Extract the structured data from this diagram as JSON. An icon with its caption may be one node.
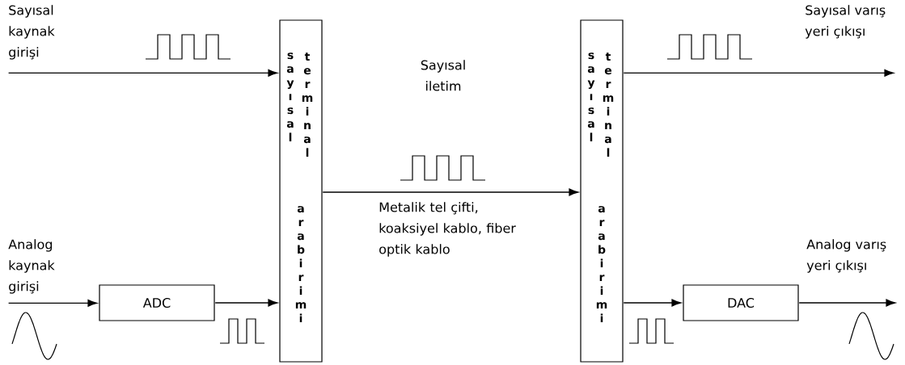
{
  "diagram": {
    "nodes": [
      {
        "text": [
          "Sayısal kaynak girişi"
        ]
      },
      {
        "text": [
          "Analog kaynak girişi"
        ]
      },
      {
        "text": [
          "ADC"
        ]
      },
      {
        "text": [
          "sayısal",
          "terminal",
          "arabirimi"
        ]
      },
      {
        "text": [
          "sayısal",
          "terminal",
          "arabirimi"
        ]
      },
      {
        "text": [
          "DAC"
        ]
      },
      {
        "text": [
          "Sayısal varış yeri çıkışı"
        ]
      },
      {
        "text": [
          "Analog varış yeri çıkışı"
        ]
      }
    ],
    "edges": [
      {
        "from": 0,
        "to": 3,
        "arrow": "to"
      },
      {
        "from": 1,
        "to": 2,
        "arrow": "to"
      },
      {
        "from": 2,
        "to": 3,
        "arrow": "to"
      },
      {
        "from": 3,
        "to": 4,
        "arrow": "to",
        "label": "Metalik tel çifti, koaksiyel kablo, fiber optik kablo"
      },
      {
        "from": 4,
        "to": 6,
        "arrow": "to"
      },
      {
        "from": 4,
        "to": 5,
        "arrow": "to"
      },
      {
        "from": 5,
        "to": 7,
        "arrow": "to"
      }
    ],
    "labels": [
      "Sayısal iletim"
    ]
  }
}
